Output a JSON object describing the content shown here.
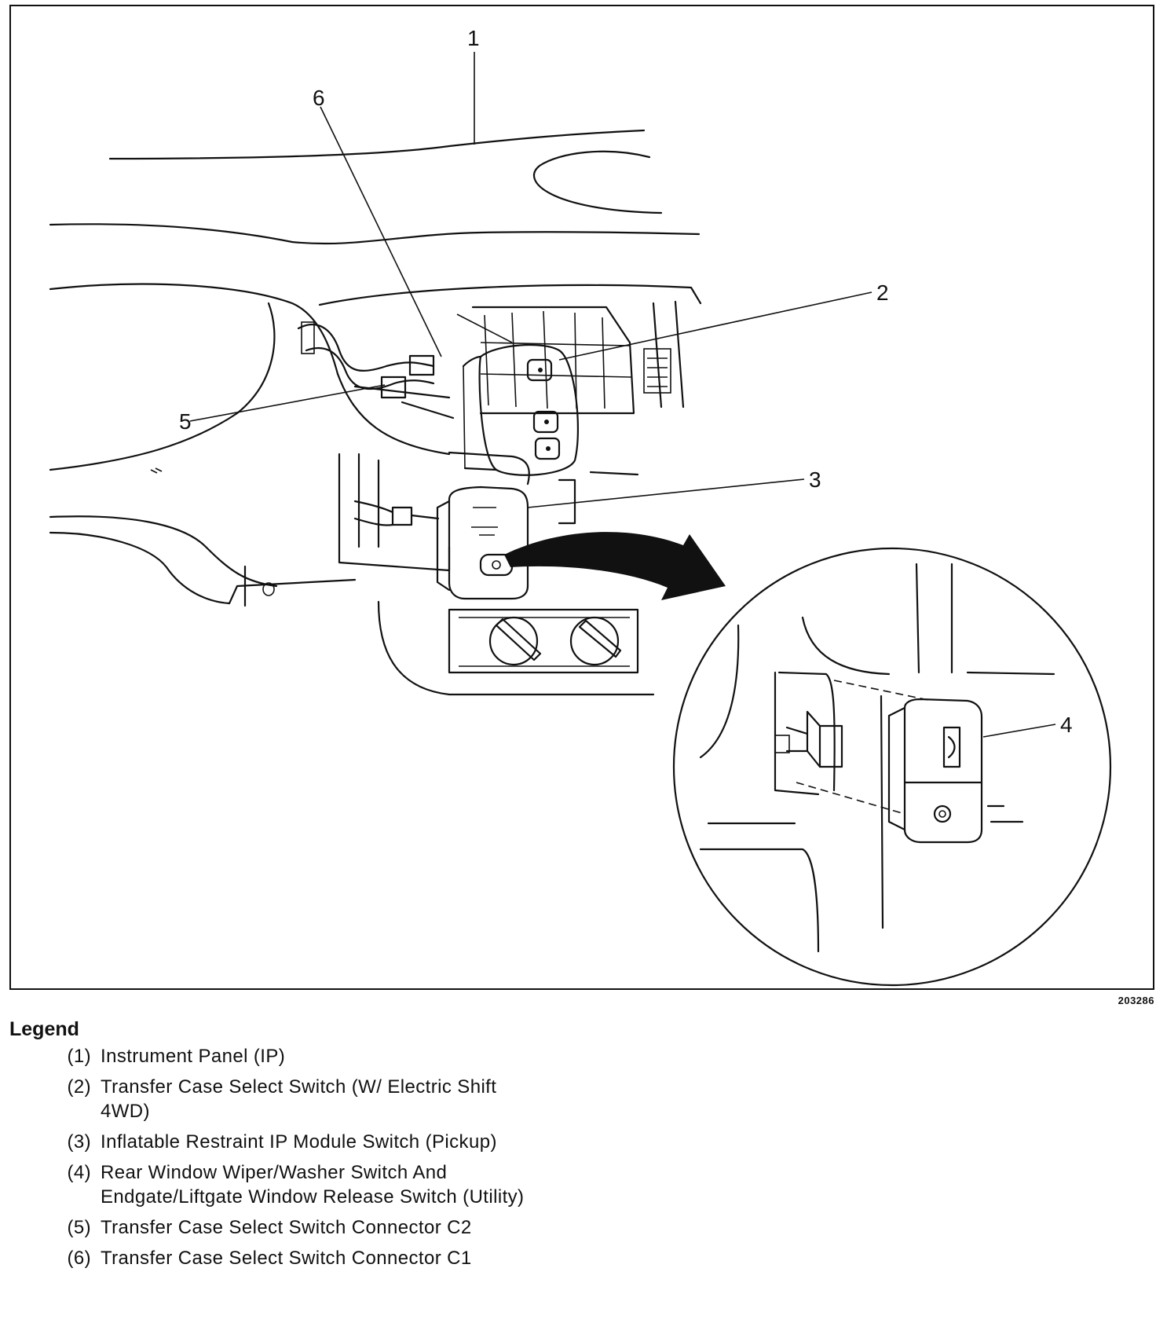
{
  "figure": {
    "id": "203286",
    "callouts": [
      "1",
      "2",
      "3",
      "4",
      "5",
      "6"
    ]
  },
  "legend": {
    "title": "Legend",
    "items": [
      {
        "num": "(1)",
        "text": "Instrument Panel (IP)"
      },
      {
        "num": "(2)",
        "text": "Transfer Case Select Switch (W/ Electric Shift 4WD)"
      },
      {
        "num": "(3)",
        "text": "Inflatable Restraint IP Module Switch (Pickup)"
      },
      {
        "num": "(4)",
        "text": "Rear Window Wiper/Washer Switch And Endgate/Liftgate Window Release Switch (Utility)"
      },
      {
        "num": "(5)",
        "text": "Transfer Case Select Switch Connector C2"
      },
      {
        "num": "(6)",
        "text": "Transfer Case Select Switch Connector C1"
      }
    ]
  }
}
